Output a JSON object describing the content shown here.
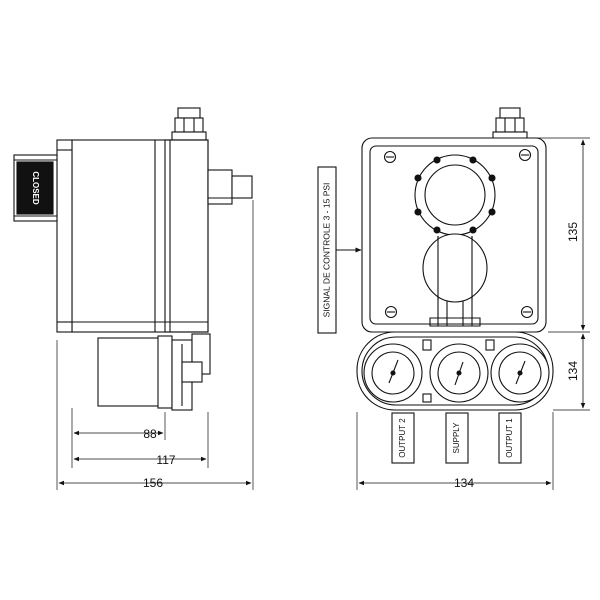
{
  "side_view": {
    "closed_label": "CLOSED",
    "dim_88": "88",
    "dim_117": "117",
    "dim_156": "156"
  },
  "front_view": {
    "signal_label": "SIGNAL DE CONTROLE 3 - 15 PSI",
    "dim_135": "135",
    "dim_134_vertical": "134",
    "dim_134_horizontal": "134",
    "port_labels": [
      "OUTPUT 2",
      "SUPPLY",
      "OUTPUT 1"
    ]
  }
}
